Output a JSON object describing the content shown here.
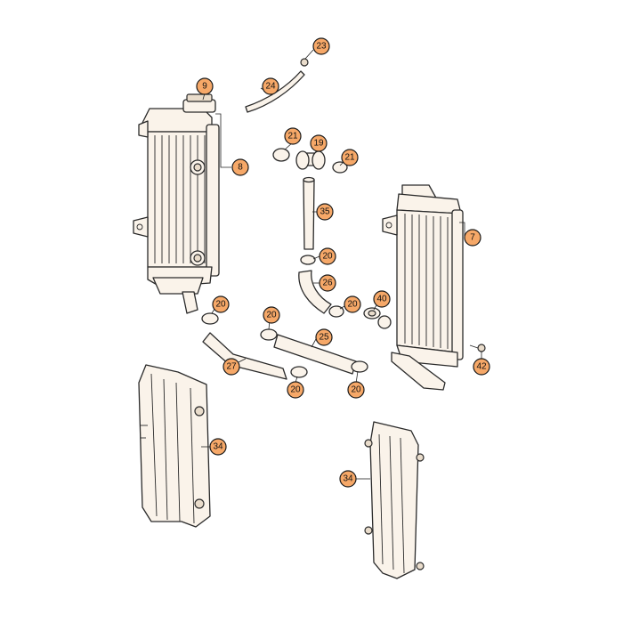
{
  "callouts": [
    {
      "id": "c23a",
      "label": "23"
    },
    {
      "id": "c9",
      "label": "9"
    },
    {
      "id": "c24",
      "label": "24"
    },
    {
      "id": "c8",
      "label": "8"
    },
    {
      "id": "c21a",
      "label": "21"
    },
    {
      "id": "c19",
      "label": "19"
    },
    {
      "id": "c21b",
      "label": "21"
    },
    {
      "id": "c35",
      "label": "35"
    },
    {
      "id": "c7",
      "label": "7"
    },
    {
      "id": "c20a",
      "label": "20"
    },
    {
      "id": "c26",
      "label": "26"
    },
    {
      "id": "c20b",
      "label": "20"
    },
    {
      "id": "c40",
      "label": "40"
    },
    {
      "id": "c20c",
      "label": "20"
    },
    {
      "id": "c20d",
      "label": "20"
    },
    {
      "id": "c25",
      "label": "25"
    },
    {
      "id": "c27",
      "label": "27"
    },
    {
      "id": "c20e",
      "label": "20"
    },
    {
      "id": "c20f",
      "label": "20"
    },
    {
      "id": "c42",
      "label": "42"
    },
    {
      "id": "c34a",
      "label": "34"
    },
    {
      "id": "c34b",
      "label": "34"
    }
  ],
  "colors": {
    "callout_fill": "#f6a868",
    "line": "#2a2a2a",
    "part_fill": "#faf3ea"
  }
}
